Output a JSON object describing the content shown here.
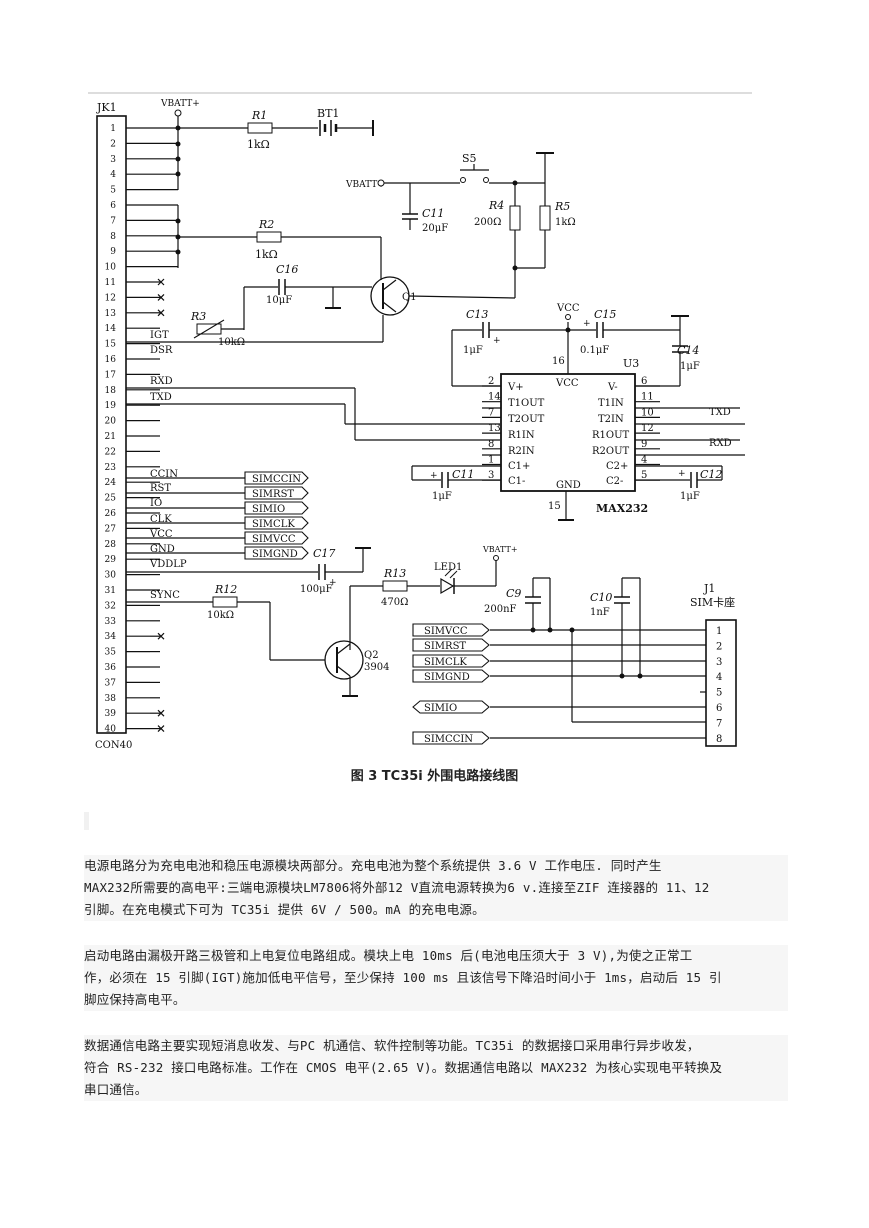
{
  "figure": {
    "caption": "图 3  TC35i 外围电路接线图",
    "connector": {
      "name": "JK1",
      "part": "CON40",
      "pins": [
        "1",
        "2",
        "3",
        "4",
        "5",
        "6",
        "7",
        "8",
        "9",
        "10",
        "11",
        "12",
        "13",
        "14",
        "15",
        "16",
        "17",
        "18",
        "19",
        "20",
        "21",
        "22",
        "23",
        "24",
        "25",
        "26",
        "27",
        "28",
        "29",
        "30",
        "31",
        "32",
        "33",
        "34",
        "35",
        "36",
        "37",
        "38",
        "39",
        "40"
      ],
      "signals": {
        "igt": "IGT",
        "dsr": "DSR",
        "rxd": "RXD",
        "txd": "TXD",
        "ccin": "CCIN",
        "rst": "RST",
        "io": "IO",
        "clk": "CLK",
        "vcc": "VCC",
        "gnd": "GND",
        "vddlp": "VDDLP",
        "sync": "SYNC"
      }
    },
    "nets": {
      "vbatt": "VBATT+",
      "vcc": "VCC",
      "simccin": "SIMCCIN",
      "simrst": "SIMRST",
      "simio": "SIMIO",
      "simclk": "SIMCLK",
      "simvcc": "SIMVCC",
      "simgnd": "SIMGND",
      "simio_alt": "SIMIO",
      "txd": "TXD",
      "rxd": "RXD"
    },
    "components": {
      "r1": {
        "name": "R1",
        "value": "1kΩ"
      },
      "bt1": {
        "name": "BT1"
      },
      "s5": {
        "name": "S5"
      },
      "c11a": {
        "name": "C11",
        "value": "20μF"
      },
      "r4": {
        "name": "R4",
        "value": "200Ω"
      },
      "r5": {
        "name": "R5",
        "value": "1kΩ"
      },
      "r2": {
        "name": "R2",
        "value": "1kΩ"
      },
      "c16": {
        "name": "C16",
        "value": "10μF"
      },
      "r3": {
        "name": "R3",
        "value": "10kΩ"
      },
      "q1": {
        "name": "Q1"
      },
      "c13": {
        "name": "C13",
        "value": "1μF"
      },
      "c15": {
        "name": "C15",
        "value": "0.1μF"
      },
      "c14": {
        "name": "C14",
        "value": "1μF"
      },
      "c11b": {
        "name": "C11",
        "value": "1μF"
      },
      "c12": {
        "name": "C12",
        "value": "1μF"
      },
      "c17": {
        "name": "C17",
        "value": "100μF"
      },
      "r13": {
        "name": "R13",
        "value": "470Ω"
      },
      "led1": {
        "name": "LED1"
      },
      "c9": {
        "name": "C9",
        "value": "200nF"
      },
      "c10": {
        "name": "C10",
        "value": "1nF"
      },
      "r12": {
        "name": "R12",
        "value": "10kΩ"
      },
      "q2": {
        "name": "Q2",
        "value": "3904"
      }
    },
    "ic": {
      "name": "U3",
      "part": "MAX232",
      "vcc_pin": "16",
      "gnd_pin": "15",
      "labels": {
        "vplus": "V+",
        "vminus": "V-",
        "vcc": "VCC",
        "gnd": "GND",
        "t1out": "T1OUT",
        "t2out": "T2OUT",
        "r1in": "R1IN",
        "r2in": "R2IN",
        "c1p": "C1+",
        "c1m": "C1-",
        "t1in": "T1IN",
        "t2in": "T2IN",
        "r1out": "R1OUT",
        "r2out": "R2OUT",
        "c2p": "C2+",
        "c2m": "C2-"
      },
      "left_pins": [
        "2",
        "14",
        "7",
        "13",
        "8",
        "1",
        "3"
      ],
      "right_pins": [
        "6",
        "11",
        "10",
        "12",
        "9",
        "4",
        "5"
      ]
    },
    "sim": {
      "name": "J1",
      "title": "SIM卡座",
      "pins": [
        "1",
        "2",
        "3",
        "4",
        "5",
        "6",
        "7",
        "8"
      ]
    }
  },
  "paragraphs": [
    {
      "lines": [
        "电源电路分为充电电池和稳压电源模块两部分。充电电池为整个系统提供 3.6 V 工作电压. 同时产生",
        "MAX232所需要的高电平:三端电源模块LM7806将外部12 V直流电源转换为6 v.连接至ZIF 连接器的 11、12",
        "引脚。在充电模式下可为 TC35i 提供 6V / 500。mA 的充电电源。"
      ]
    },
    {
      "lines": [
        "启动电路由漏极开路三极管和上电复位电路组成。模块上电 10ms 后(电池电压须大于 3 V),为使之正常工",
        "作，必须在 15 引脚(IGT)施加低电平信号，至少保持 100 ms 且该信号下降沿时间小于 1ms，启动后 15 引",
        "脚应保持高电平。"
      ]
    },
    {
      "lines": [
        "数据通信电路主要实现短消息收发、与PC 机通信、软件控制等功能。TC35i 的数据接口采用串行异步收发，",
        "符合 RS-232 接口电路标准。工作在 CMOS 电平(2.65 V)。数据通信电路以 MAX232 为核心实现电平转换及",
        "串口通信。"
      ]
    }
  ]
}
